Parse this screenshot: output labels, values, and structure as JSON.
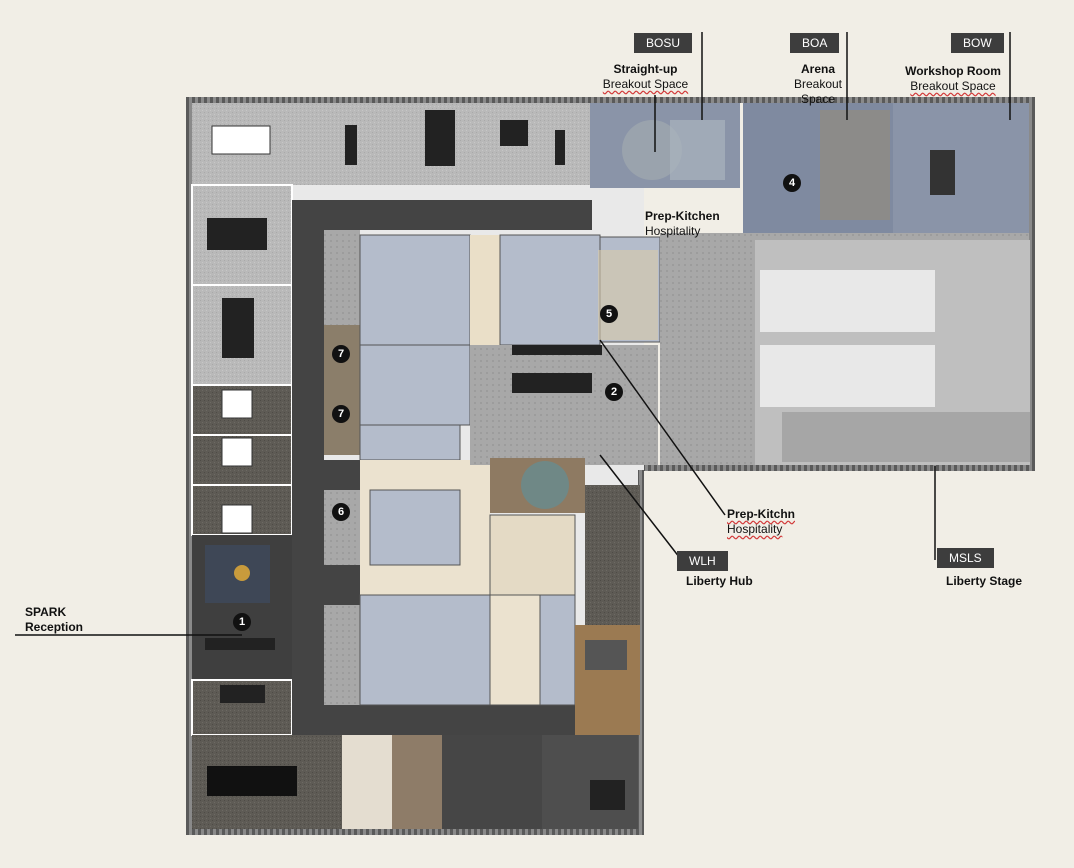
{
  "tags": {
    "bosu": "BOSU",
    "boa": "BOA",
    "bow": "BOW",
    "wlh": "WLH",
    "msls": "MSLS"
  },
  "labels": {
    "straight_up_title": "Straight-up",
    "straight_up_sub": "Breakout Space",
    "arena_title": "Arena",
    "arena_sub1": "Breakout",
    "arena_sub2": "Space",
    "workshop_title": "Workshop Room",
    "workshop_sub": "Breakout Space",
    "prep_kitchen_title": "Prep-Kitchen",
    "prep_kitchen_sub": "Hospitality",
    "prep_kitchn_title": "Prep-Kitchn",
    "prep_kitchn_sub": "Hospitality",
    "liberty_hub": "Liberty Hub",
    "liberty_stage": "Liberty Stage",
    "spark_line1": "SPARK",
    "spark_line2": "Reception"
  },
  "markers": [
    "1",
    "2",
    "4",
    "5",
    "6",
    "7",
    "7"
  ],
  "colors": {
    "background": "#f1eee6",
    "corridor": "#444444",
    "office_floor": "#bdbdbd",
    "core_blue": "#b4bccb",
    "breakout_blue": "#8a94a8",
    "tag_bg": "#3d3d3d"
  }
}
